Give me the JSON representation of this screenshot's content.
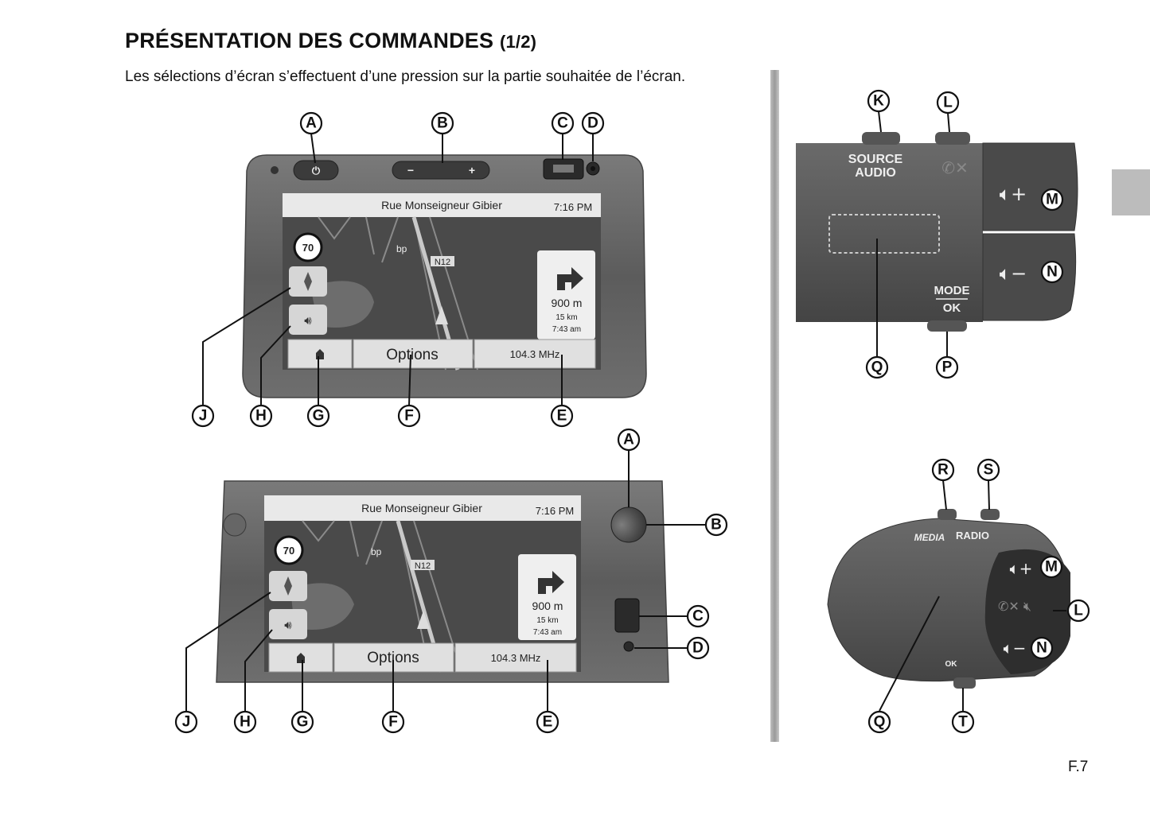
{
  "header": {
    "title": "PRÉSENTATION DES COMMANDES",
    "part": "(1/2)",
    "intro": "Les sélections d’écran s’effectuent d’une pression sur la partie souhaitée de l’écran."
  },
  "screen": {
    "street": "Rue Monseigneur Gibier",
    "time": "7:16 PM",
    "speed_limit": "70",
    "road": "N12",
    "poi": "bp",
    "distance": "900 m",
    "remaining": "15 km",
    "eta": "7:43 am",
    "options": "Options",
    "radio": "104.3 MHz"
  },
  "labels": {
    "a": "A",
    "b": "B",
    "c": "C",
    "d": "D",
    "e": "E",
    "f": "F",
    "g": "G",
    "h": "H",
    "j": "J",
    "k": "K",
    "l": "L",
    "m": "M",
    "n": "N",
    "p": "P",
    "q": "Q",
    "r": "R",
    "s": "S",
    "t": "T"
  },
  "stalk1": {
    "source_line1": "SOURCE",
    "source_line2": "AUDIO",
    "mode": "MODE",
    "ok": "OK"
  },
  "stalk2": {
    "media": "MEDIA",
    "radio": "RADIO",
    "ok": "OK"
  },
  "footer": {
    "page": "F.7"
  }
}
